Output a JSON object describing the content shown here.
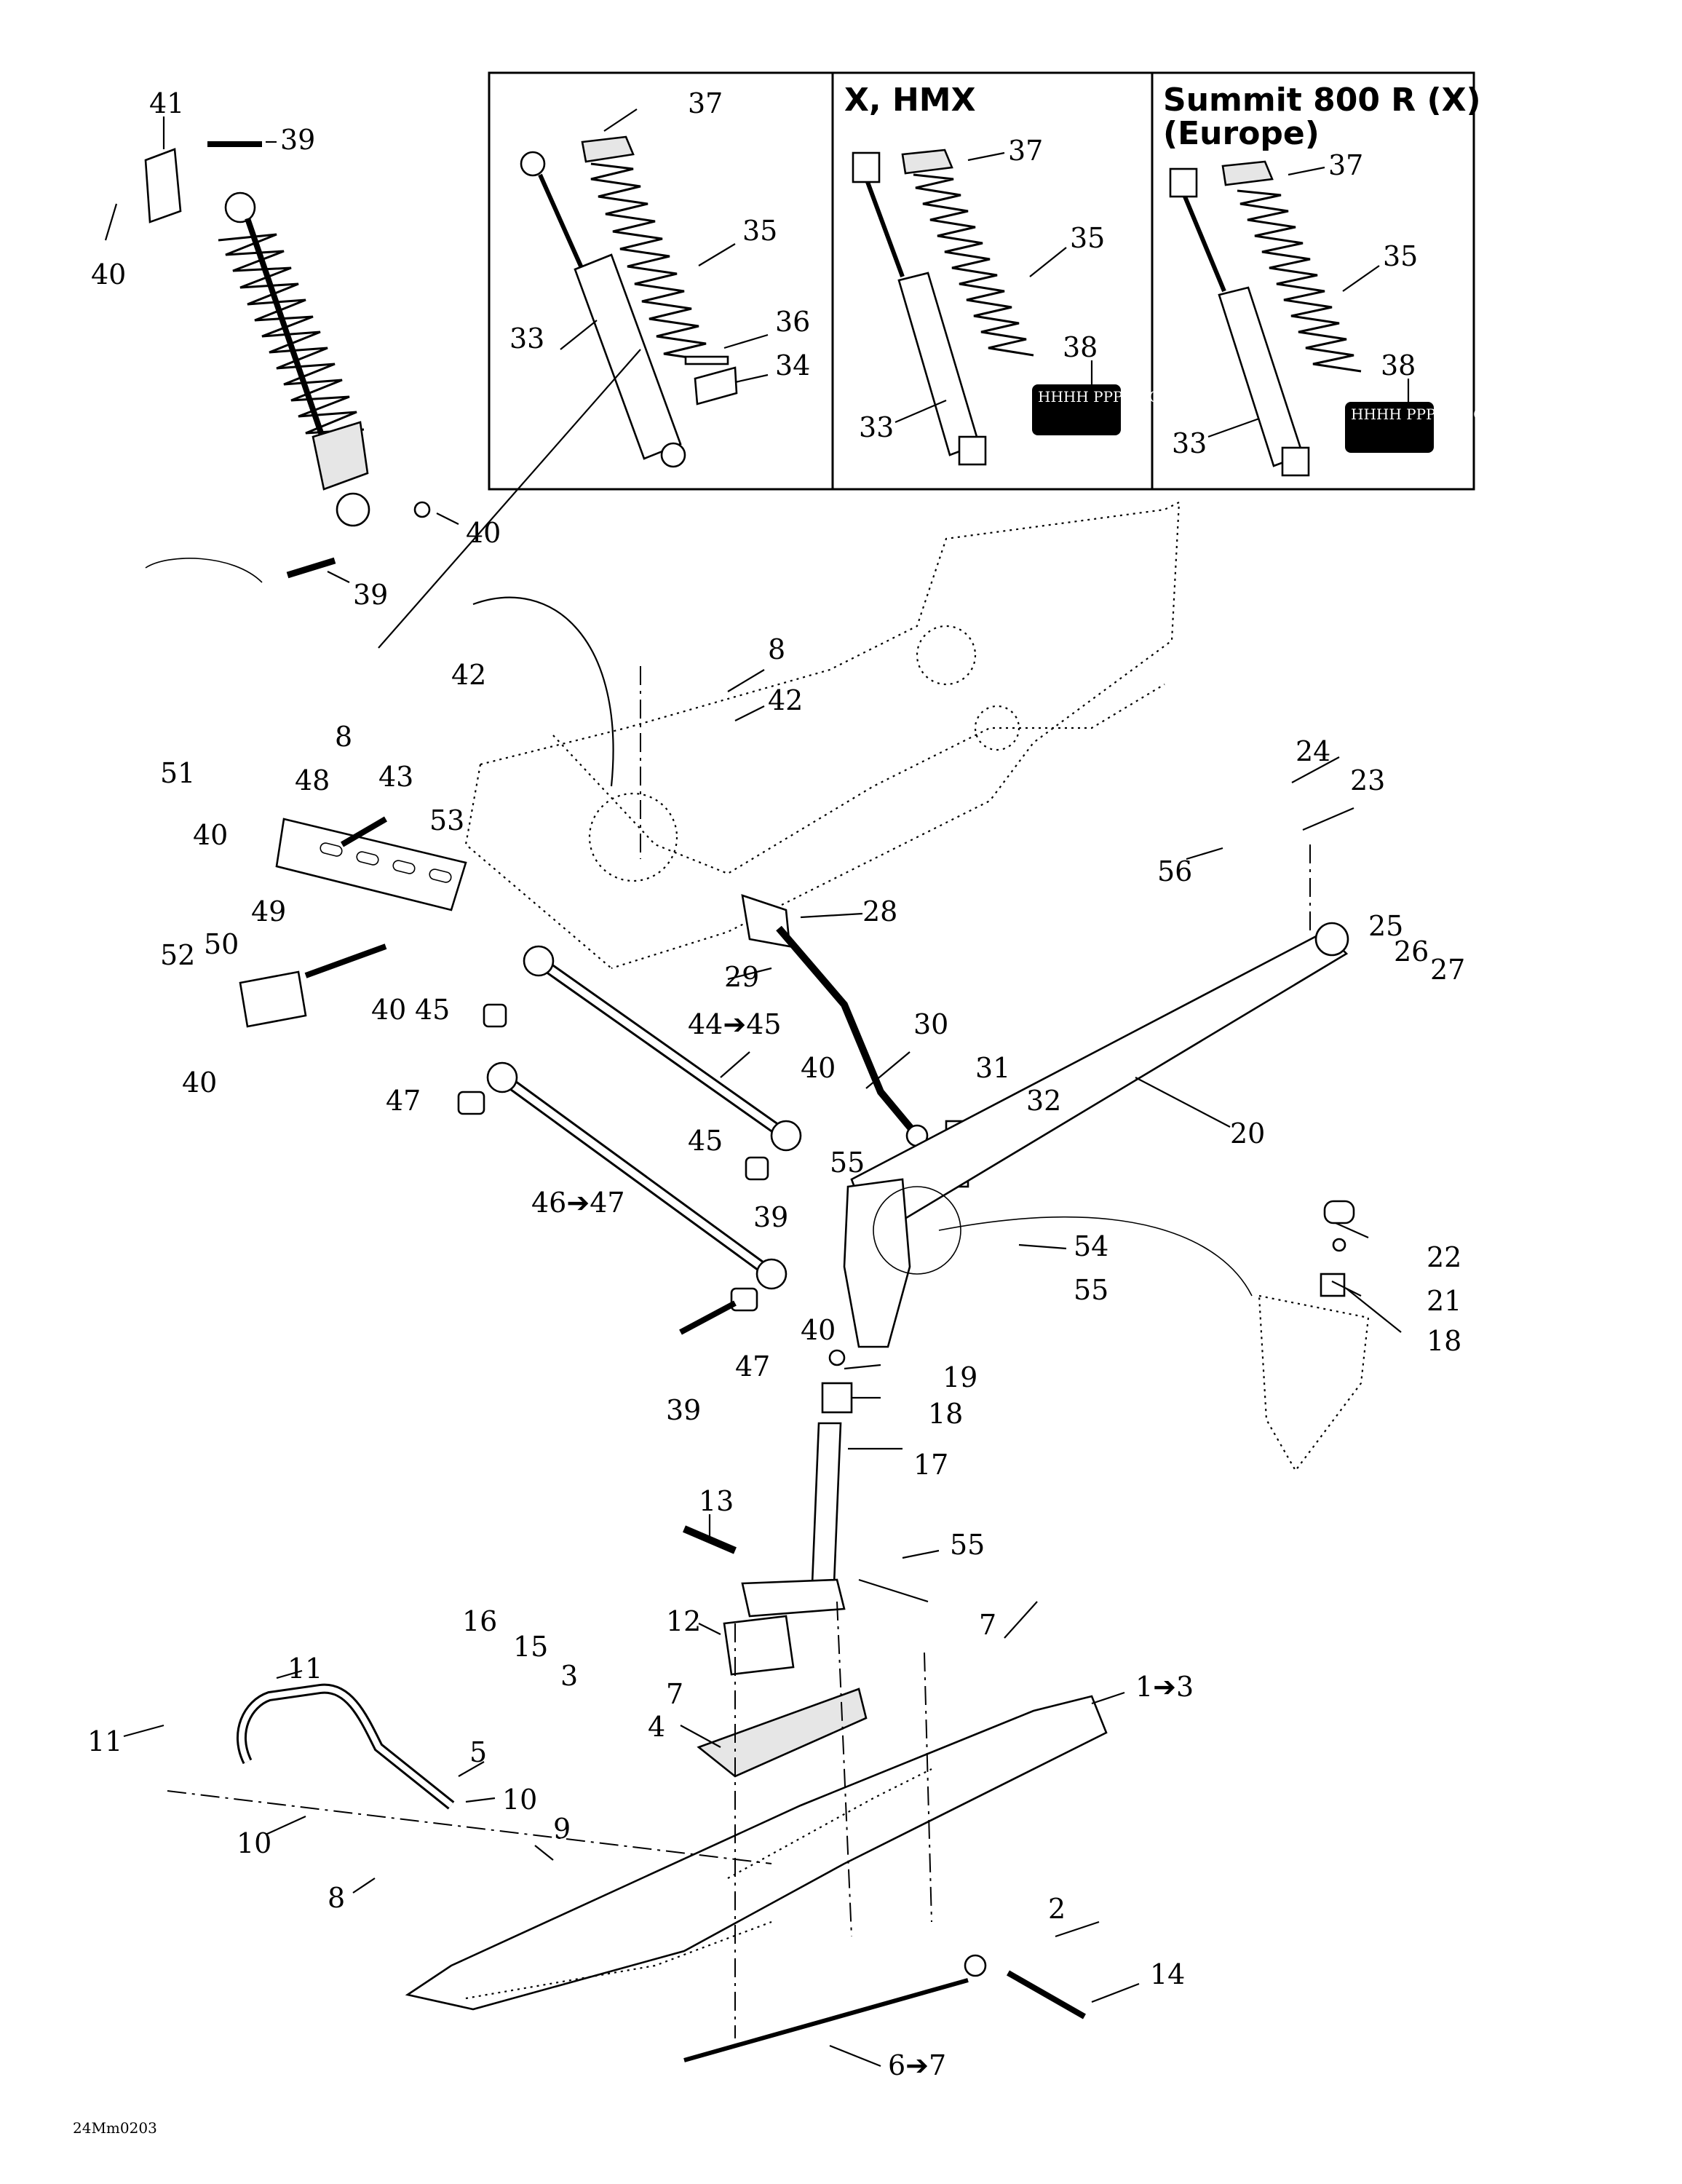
{
  "diagram_code": "24Mm0203",
  "inset": {
    "panels": [
      {
        "header_line1": "",
        "header_line2": ""
      },
      {
        "header_line1": "X, HMX",
        "header_line2": ""
      },
      {
        "header_line1": "Summit 800 R (X)",
        "header_line2": "(Europe)"
      }
    ],
    "decal_text": "HHHH PPPP GGGG"
  },
  "callouts": {
    "c1": "37",
    "c2": "35",
    "c3": "33",
    "c4": "36",
    "c5": "34",
    "c6": "37",
    "c7": "35",
    "c8": "38",
    "c9": "33",
    "c10": "37",
    "c11": "35",
    "c12": "38",
    "c13": "33",
    "c14": "41",
    "c15": "39",
    "c16": "40",
    "c17": "40",
    "c18": "39",
    "c19": "8",
    "c20": "42",
    "c21": "42",
    "c22": "8",
    "c23": "43",
    "c24": "48",
    "c25": "51",
    "c26": "53",
    "c27": "40",
    "c28": "49",
    "c29": "50",
    "c30": "52",
    "c31": "40",
    "c32": "40",
    "c33": "45",
    "c34": "24",
    "c35": "23",
    "c36": "56",
    "c37": "28",
    "c38": "29",
    "c39": "44➔45",
    "c40": "30",
    "c41": "25",
    "c42": "26",
    "c43": "27",
    "c44": "47",
    "c45": "40",
    "c46": "31",
    "c47": "32",
    "c48": "45",
    "c49": "55",
    "c50": "20",
    "c51": "46➔47",
    "c52": "39",
    "c53": "54",
    "c54": "55",
    "c55": "22",
    "c56": "21",
    "c57": "18",
    "c58": "40",
    "c59": "47",
    "c60": "39",
    "c61": "19",
    "c62": "18",
    "c63": "17",
    "c64": "13",
    "c65": "55",
    "c66": "12",
    "c67": "16",
    "c68": "15",
    "c69": "3",
    "c70": "7",
    "c71": "7",
    "c72": "11",
    "c73": "1➔3",
    "c74": "4",
    "c75": "11",
    "c76": "5",
    "c77": "10",
    "c78": "10",
    "c79": "9",
    "c80": "8",
    "c81": "2",
    "c82": "14",
    "c83": "6➔7"
  }
}
